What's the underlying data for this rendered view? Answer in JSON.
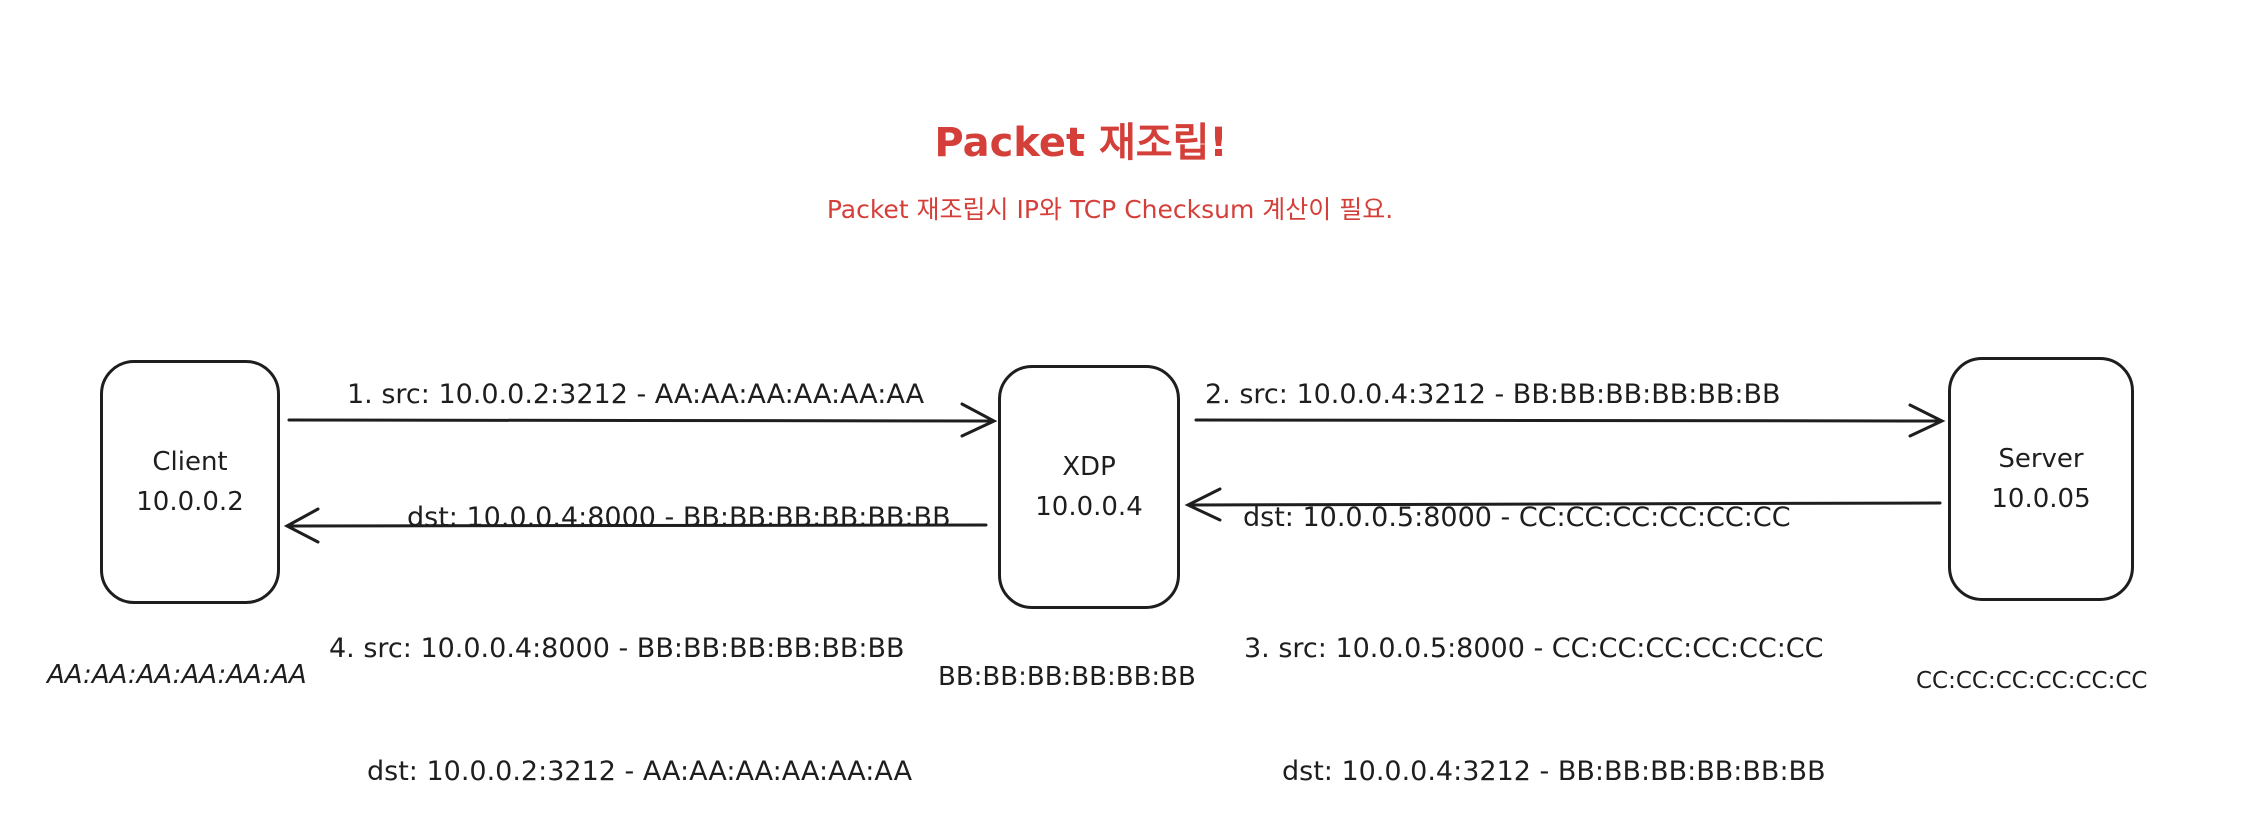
{
  "title": "Packet 재조립!",
  "subtitle": "Packet 재조립시 IP와 TCP Checksum 계산이 필요.",
  "accent_color": "#d43f3a",
  "nodes": {
    "client": {
      "name": "Client",
      "ip": "10.0.0.2",
      "mac": "AA:AA:AA:AA:AA:AA"
    },
    "xdp": {
      "name": "XDP",
      "ip": "10.0.0.4",
      "mac": "BB:BB:BB:BB:BB:BB"
    },
    "server": {
      "name": "Server",
      "ip": "10.0.05",
      "mac": "CC:CC:CC:CC:CC:CC"
    }
  },
  "flows": [
    {
      "src": "1. src: 10.0.0.2:3212 - AA:AA:AA:AA:AA:AA",
      "dst": "dst: 10.0.0.4:8000 - BB:BB:BB:BB:BB:BB"
    },
    {
      "src": "2. src: 10.0.0.4:3212 - BB:BB:BB:BB:BB:BB",
      "dst": "dst: 10.0.0.5:8000 - CC:CC:CC:CC:CC:CC"
    },
    {
      "src": "3. src: 10.0.0.5:8000 - CC:CC:CC:CC:CC:CC",
      "dst": "dst: 10.0.0.4:3212 - BB:BB:BB:BB:BB:BB"
    },
    {
      "src": "4. src: 10.0.0.4:8000 - BB:BB:BB:BB:BB:BB",
      "dst": "dst: 10.0.0.2:3212 - AA:AA:AA:AA:AA:AA"
    }
  ]
}
